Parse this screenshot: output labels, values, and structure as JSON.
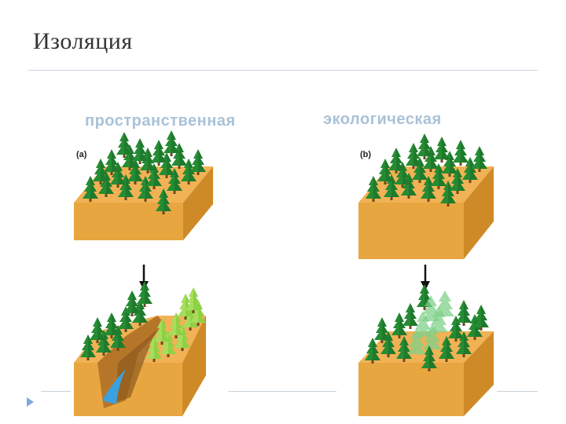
{
  "slide": {
    "title": "Изоляция"
  },
  "panels": {
    "left_caption": "пространственная",
    "right_caption": "экологическая",
    "label_a": "(a)",
    "label_b": "(b)"
  },
  "colors": {
    "title": "#333333",
    "caption": "#a9c2d8",
    "rule": "#c9d3dc",
    "soil_top": "#f1b255",
    "soil_front": "#e8a640",
    "soil_side": "#cf8a28",
    "tree_dark": "#1e7a2c",
    "tree_light": "#9ad64c",
    "water": "#3aa0e0",
    "nav_arrow": "#7fa9d8"
  },
  "icons": {
    "nav": "play-triangle-icon",
    "arrow": "down-arrow-icon"
  }
}
